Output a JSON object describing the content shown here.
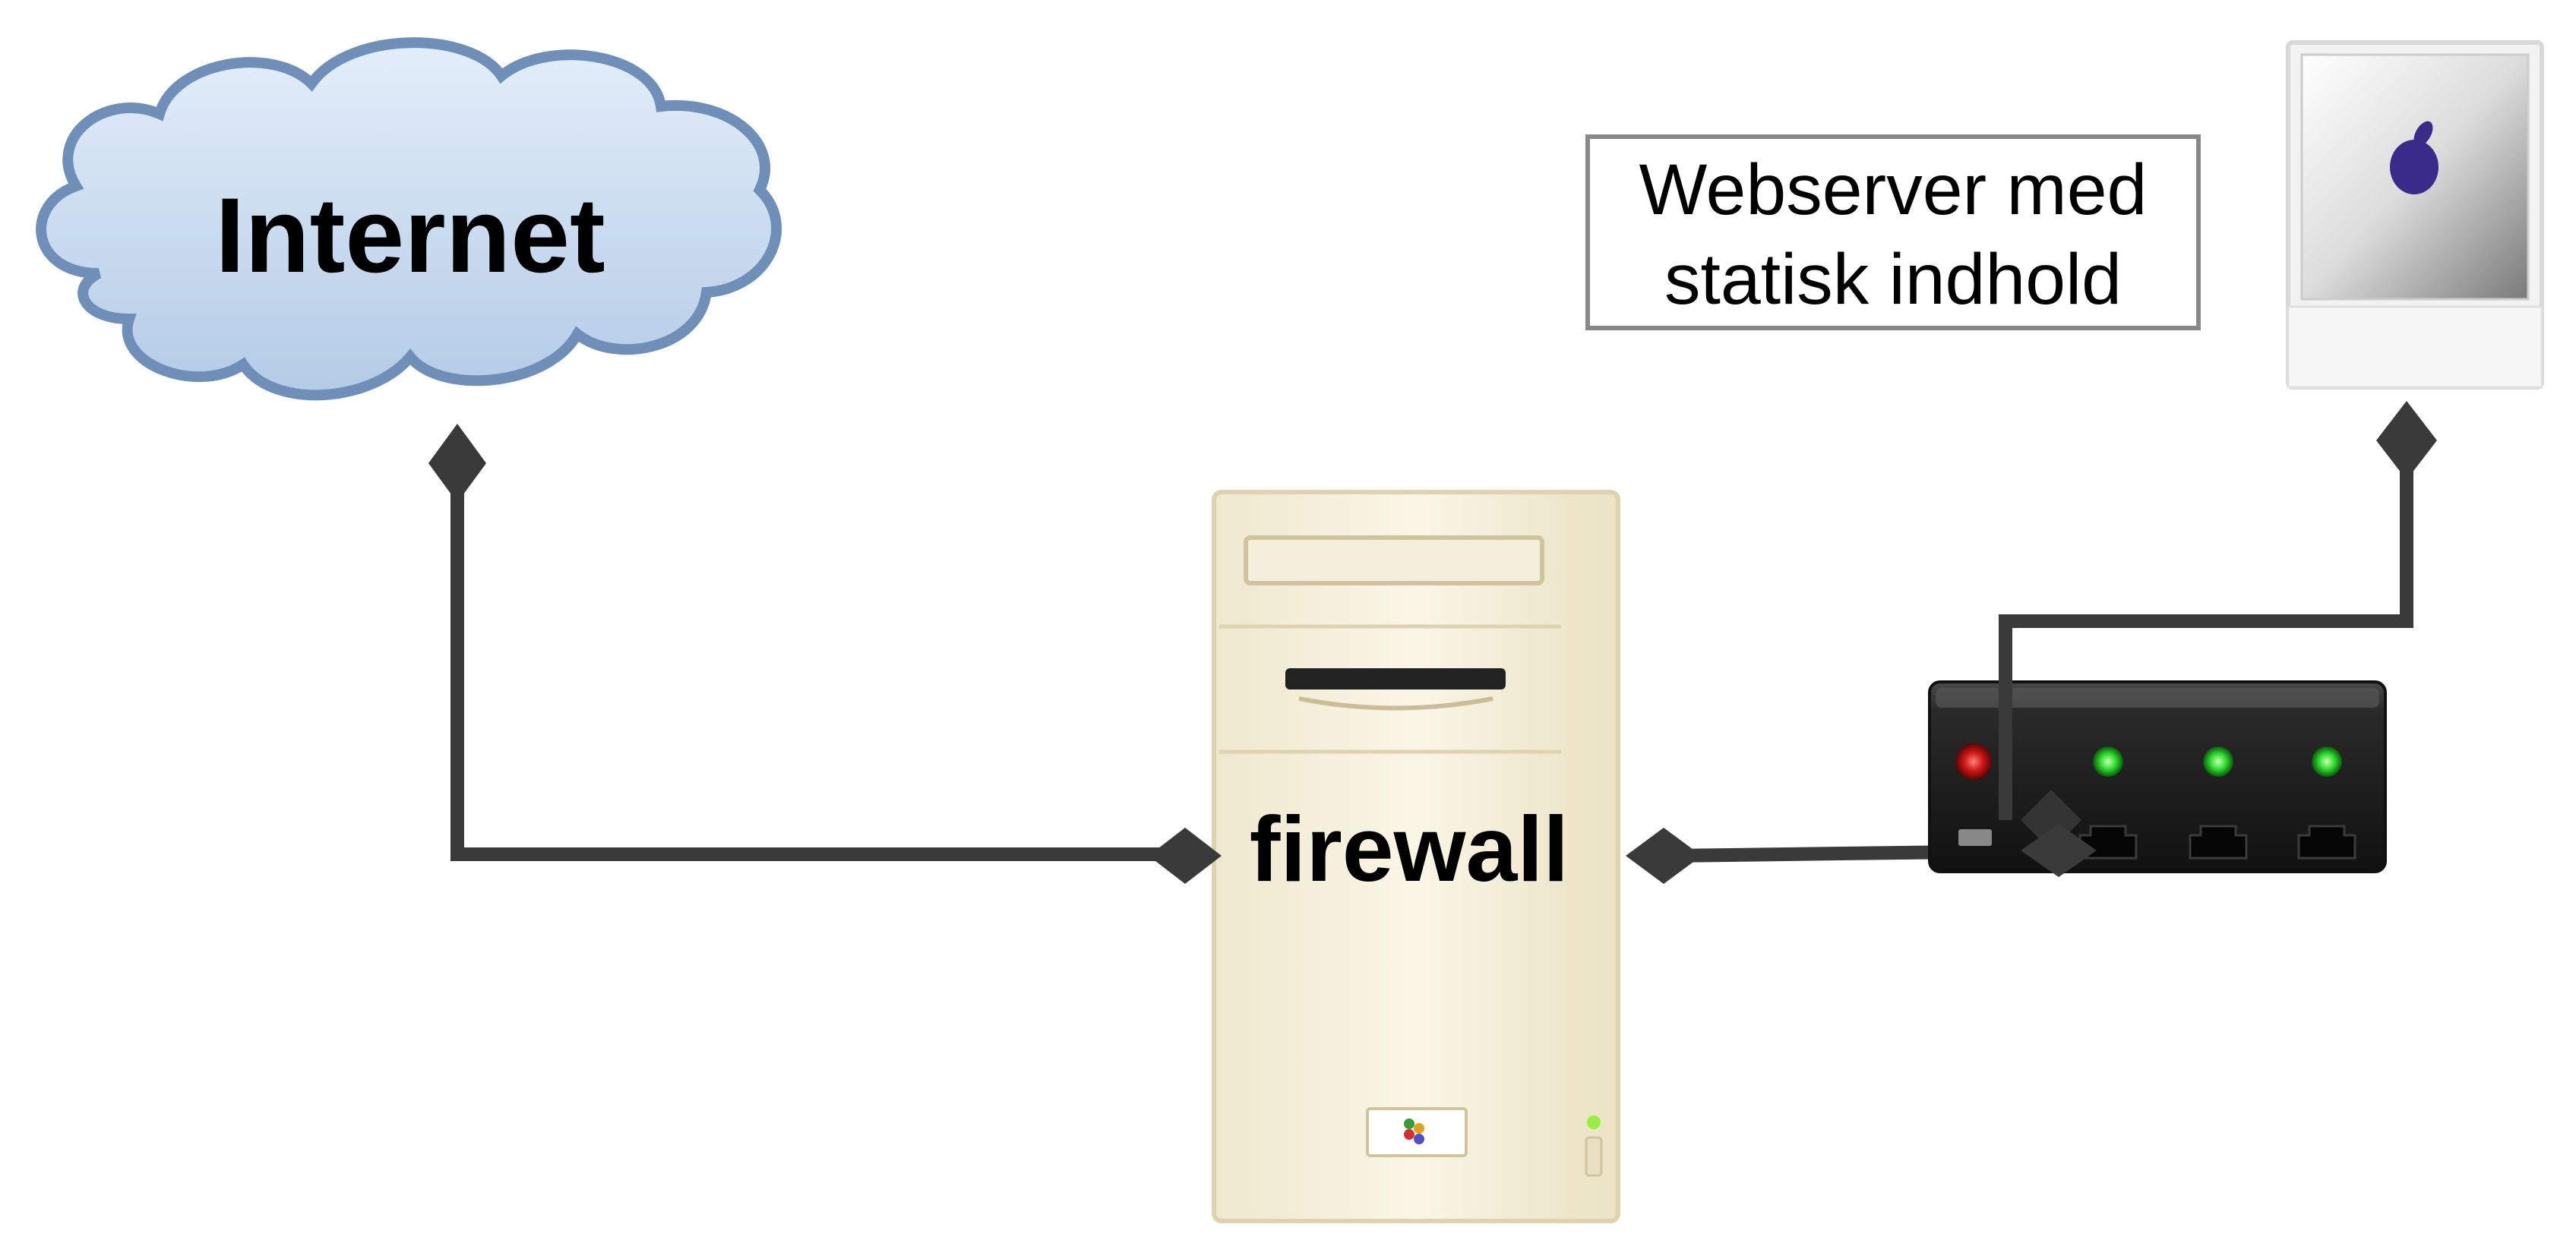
{
  "nodes": {
    "internet": {
      "label": "Internet",
      "icon": "cloud-icon"
    },
    "firewall": {
      "label": "firewall",
      "icon": "desktop-tower-icon"
    },
    "switch": {
      "label": "",
      "icon": "network-switch-icon"
    },
    "webserver": {
      "label_line1": "Webserver med",
      "label_line2": "statisk indhold",
      "icon": "server-box-icon"
    }
  },
  "connections": [
    {
      "from": "internet",
      "to": "firewall"
    },
    {
      "from": "firewall",
      "to": "switch"
    },
    {
      "from": "switch",
      "to": "webserver"
    }
  ],
  "colors": {
    "connector": "#3a3a3a",
    "cloud_fill": "#c9dcf0",
    "cloud_stroke": "#6f8fb8",
    "tower_fill": "#f6f1dd",
    "switch_body": "#1f1f1f",
    "led_red": "#d01818",
    "led_green": "#33dd33",
    "label_box_stroke": "#888888"
  }
}
